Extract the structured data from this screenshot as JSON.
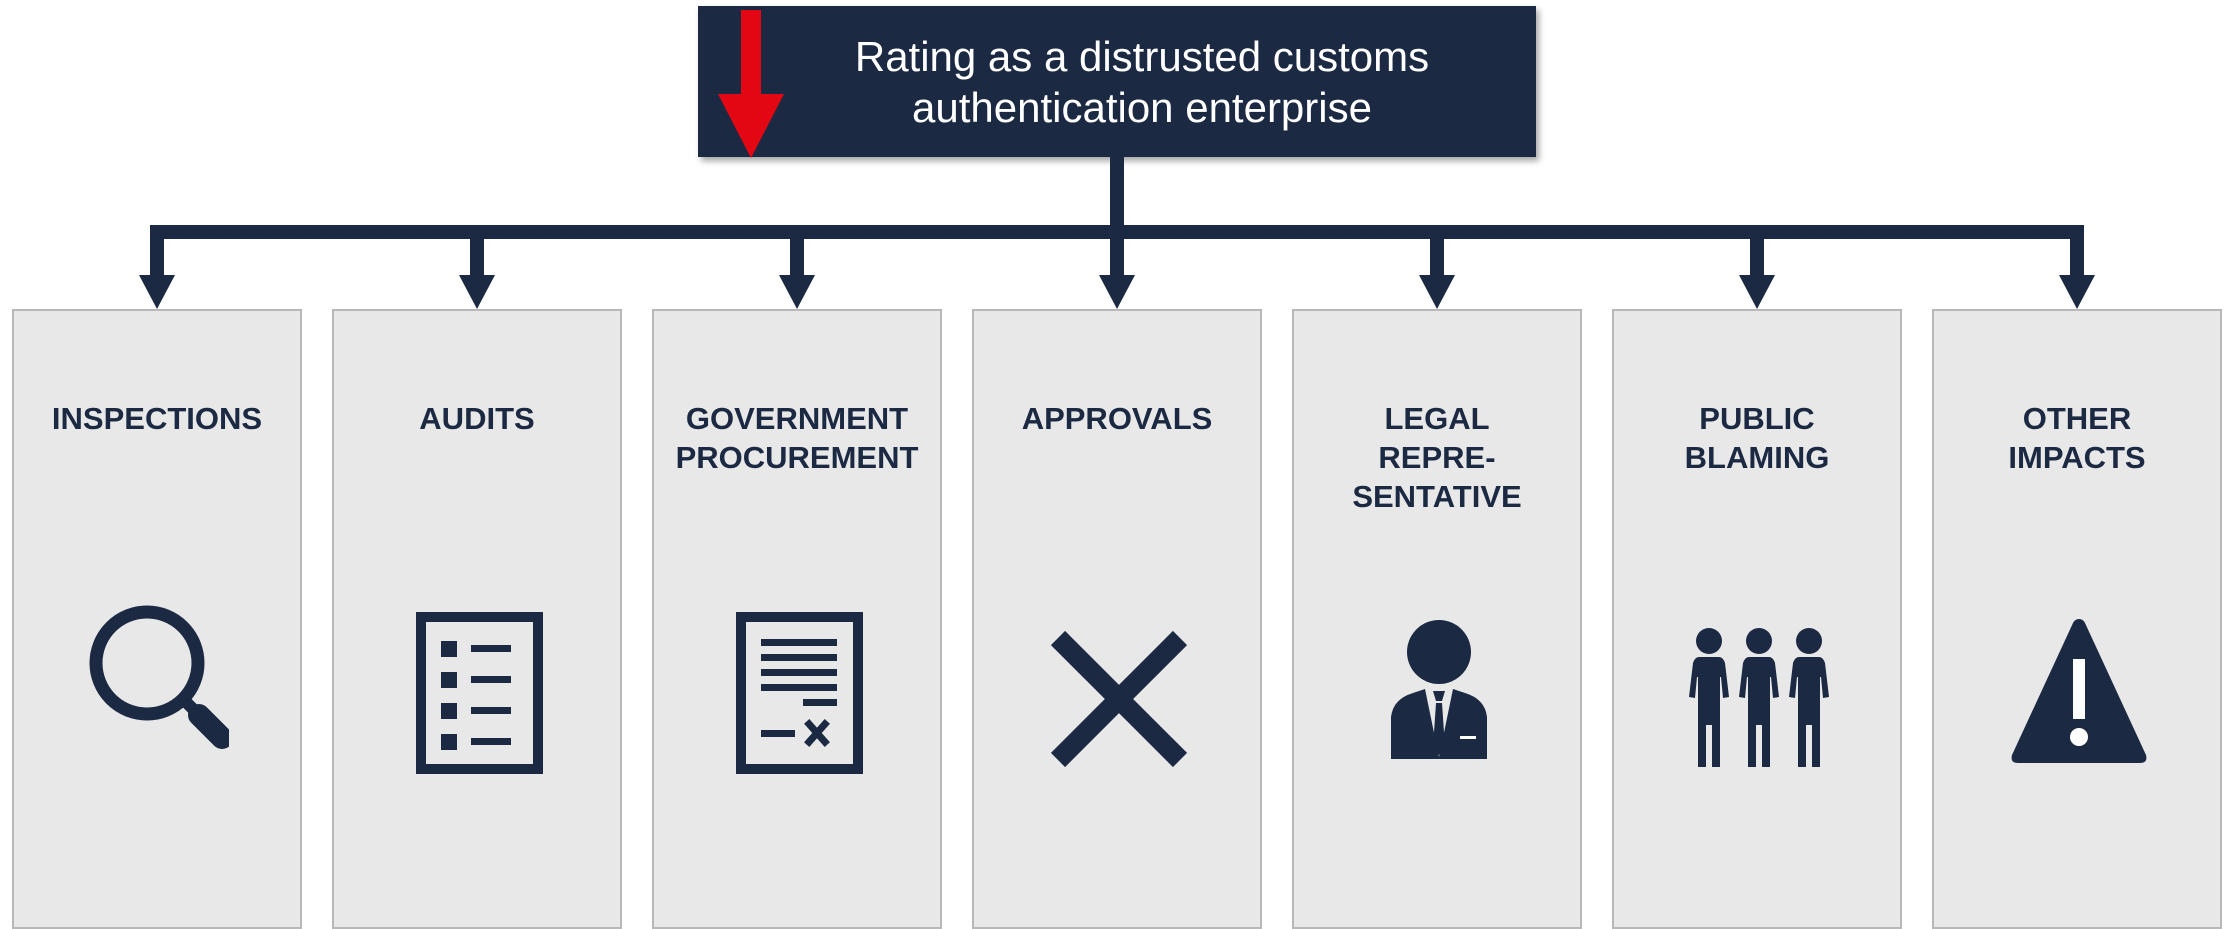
{
  "header": {
    "title": "Rating as a distrusted customs authentication enterprise",
    "arrow_icon": "down-arrow-icon",
    "arrow_color": "#e30613"
  },
  "colors": {
    "navy": "#1b2942",
    "panel": "#e8e8e8",
    "panel_border": "#b8b8b8",
    "red": "#e30613"
  },
  "columns": [
    {
      "label": "INSPECTIONS",
      "icon": "magnifier-icon"
    },
    {
      "label": "AUDITS",
      "icon": "checklist-icon"
    },
    {
      "label": "GOVERNMENT\nPROCUREMENT",
      "icon": "contract-icon"
    },
    {
      "label": "APPROVALS",
      "icon": "cross-icon"
    },
    {
      "label": "LEGAL\nREPRE-\nSENTATIVE",
      "icon": "business-person-icon"
    },
    {
      "label": "PUBLIC\nBLAMING",
      "icon": "group-people-icon"
    },
    {
      "label": "OTHER\nIMPACTS",
      "icon": "warning-icon"
    }
  ]
}
